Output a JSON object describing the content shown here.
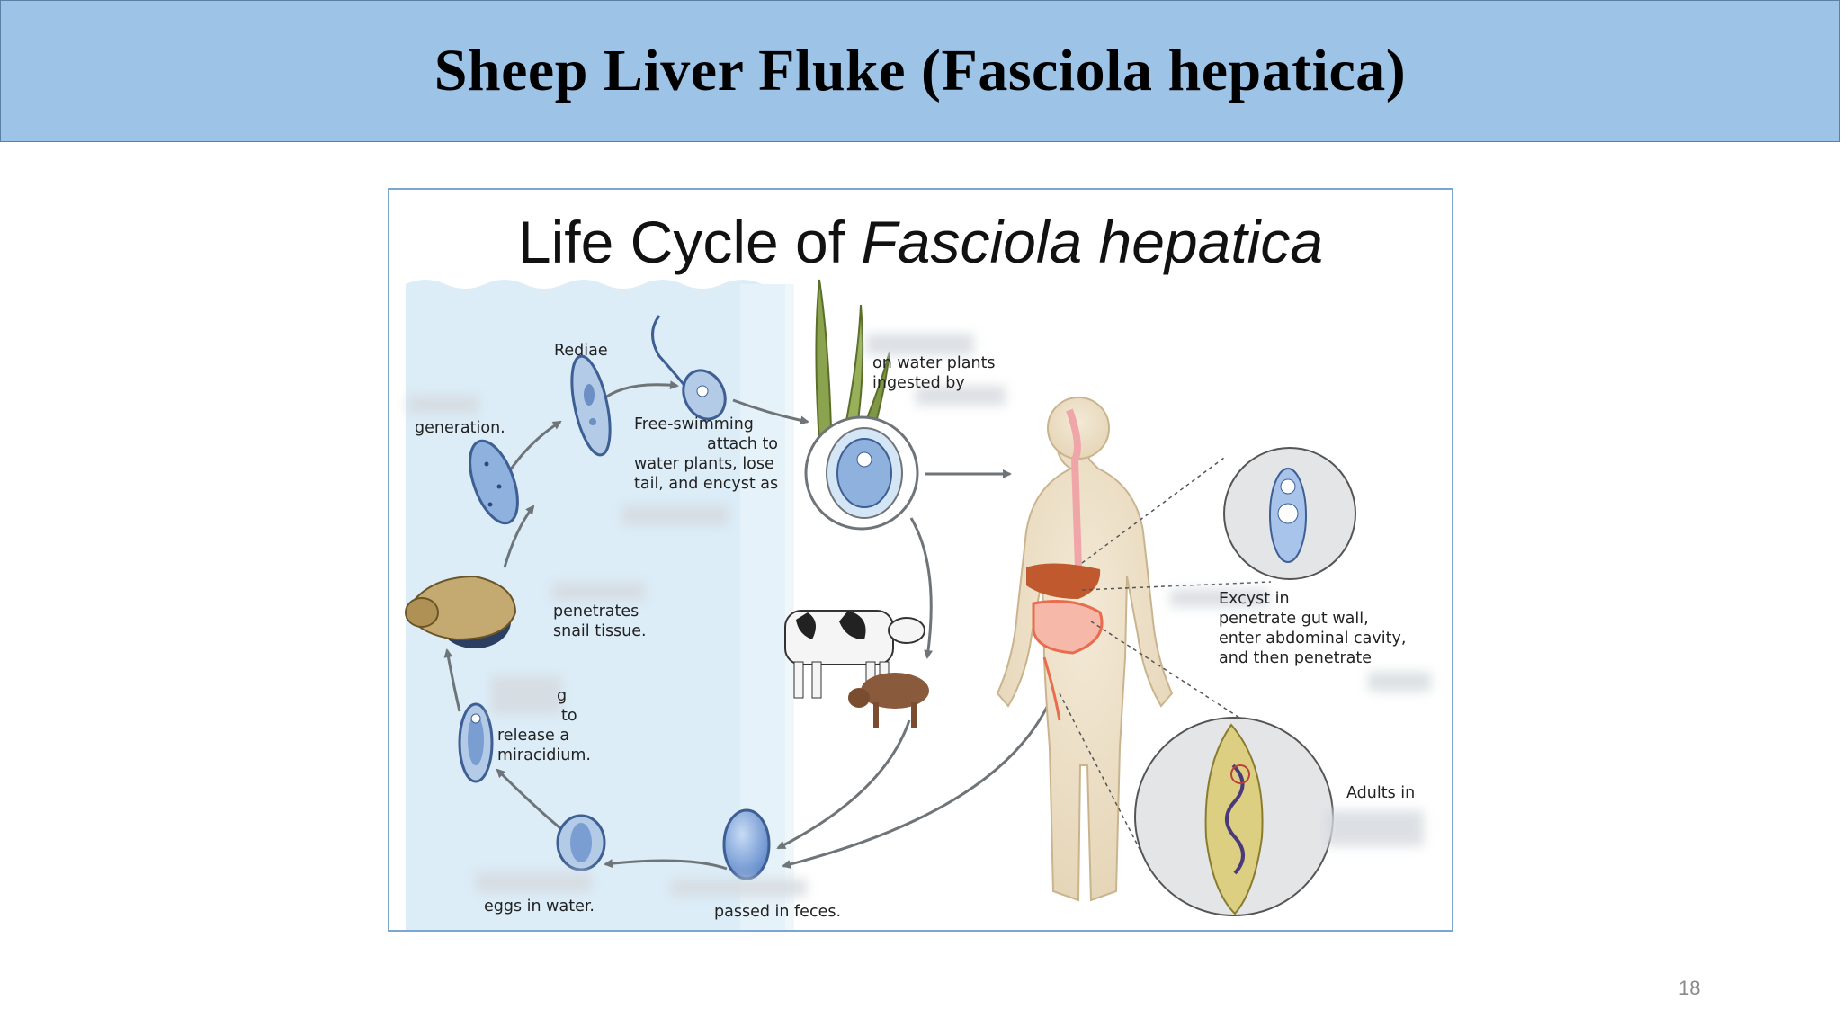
{
  "slide": {
    "title": "Sheep Liver Fluke (Fasciola hepatica)",
    "page_number": "18"
  },
  "figure": {
    "title_plain": "Life Cycle of ",
    "title_italic": "Fasciola hepatica",
    "labels": {
      "rediae": "Rediae",
      "generation": "generation.",
      "free_swimming_1": "Free-swimming",
      "free_swimming_2": "attach to",
      "free_swimming_3": "water plants, lose",
      "free_swimming_4": "tail, and encyst as",
      "water_plants_1": "on water plants",
      "water_plants_2": "ingested by",
      "penetrates_1": "penetrates",
      "penetrates_2": "snail tissue.",
      "release_1": "g",
      "release_2": "to",
      "release_3": "release a",
      "release_4": "miracidium.",
      "eggs_water": "eggs in water.",
      "passed_feces": "passed in feces.",
      "excyst_1": "Excyst in",
      "excyst_2": "penetrate gut wall,",
      "excyst_3": "enter abdominal cavity,",
      "excyst_4": "and then penetrate",
      "adults_in": "Adults in"
    }
  },
  "colors": {
    "title_bar": "#9dc3e6",
    "water": "#dcedf8",
    "arrow": "#6f7478"
  }
}
